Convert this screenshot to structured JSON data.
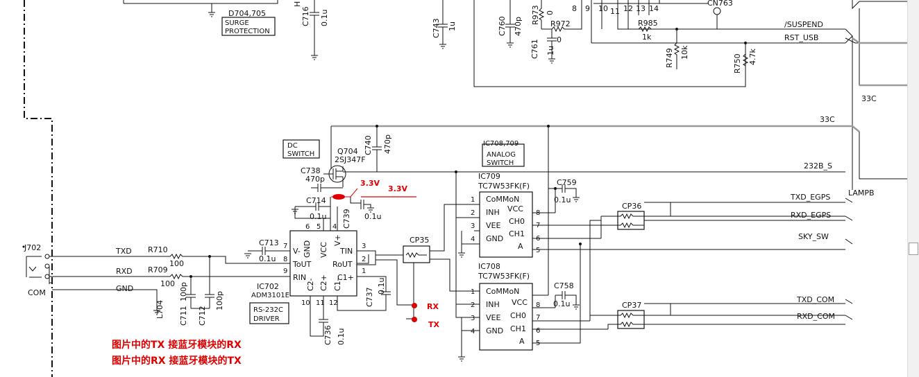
{
  "nets": {
    "suspend": "/SUSPEND",
    "rst_usb": "RST_USB",
    "n33c": "33C",
    "n33c_right": "33C",
    "b232": "232B_S",
    "lampb": "LAMPB",
    "txd_egps": "TXD_EGPS",
    "rxd_egps": "RXD_EGPS",
    "sky_sw": "SKY_SW",
    "txd_com": "TXD_COM",
    "rxd_com": "RXD_COM",
    "txd": "TXD",
    "rxd": "RXD",
    "gnd": "GND",
    "com": "COM",
    "cn763": "CN763"
  },
  "boxes": {
    "surge_l1": "SURGE",
    "surge_l2": "PROTECTION",
    "dcsw_l1": "DC",
    "dcsw_l2": "SWITCH",
    "asw_l1": "ANALOG",
    "asw_l2": "SWITCH",
    "rs_l1": "RS-232C",
    "rs_l2": "DRIVER"
  },
  "parts": {
    "d704": "D704,705",
    "c716": "C716",
    "c716v": "0.1u",
    "c743": "C743",
    "c743v": "1u",
    "c760": "C760",
    "c760v": "470p",
    "r973": "R973",
    "r973v": "0",
    "r972": "R972",
    "r972v": "0",
    "c761": "C761",
    "c761v": "1u",
    "r985": "R985",
    "r985v": "1k",
    "r749": "R749",
    "r749v": "10k",
    "r750": "R750",
    "r750v": "4.7k",
    "q704": "Q704",
    "q704v": "2SJ347F",
    "c740": "C740",
    "c740v": "470p",
    "c738": "C738",
    "c738v": "470p",
    "c714": "C714",
    "c714v": "0.1u",
    "c739": "C739",
    "c739v": "0.1u",
    "ic708_709": "IC708,709",
    "ic709": "IC709",
    "ic709v": "TC7W53FK(F)",
    "ic708": "IC708",
    "ic708v": "TC7W53FK(F)",
    "c759": "C759",
    "c759v": "0.1u",
    "c758": "C758",
    "c758v": "0.1u",
    "cp36": "CP36",
    "cp37": "CP37",
    "cp35": "CP35",
    "j702": "J702",
    "r710": "R710",
    "r710v": "100",
    "r709": "R709",
    "r709v": "100",
    "c713": "C713",
    "c713v": "0.1u",
    "ic702": "IC702",
    "ic702v": "ADM3101E",
    "c711": "C711",
    "c711v": "100p",
    "c712": "C712",
    "c712v": "100p",
    "l704": "L704",
    "c737": "C737",
    "c737v": "0.1u",
    "c736": "C736",
    "c736v": "0.1u",
    "h": "H"
  },
  "pins": {
    "vm": "V-",
    "gnd": "GND",
    "vcc": "VCC",
    "vp": "V+",
    "tin": "TIN",
    "tout": "ToUT",
    "rout": "RoUT",
    "rin": "RIN",
    "c2m": "C2-",
    "c2p": "C2+",
    "c1p": "C1+",
    "c1m": "C1-",
    "common": "CoMMoN",
    "inh": "INH",
    "vee": "VEE",
    "ch0": "CH0",
    "ch1": "CH1",
    "a": "A"
  },
  "annotations": {
    "v33_small": "3.3V",
    "v33_red": "3.3V",
    "rx": "RX",
    "tx": "TX",
    "note1": "图片中的TX  接蓝牙模块的RX",
    "note2": "图片中的RX  接蓝牙模块的TX"
  }
}
